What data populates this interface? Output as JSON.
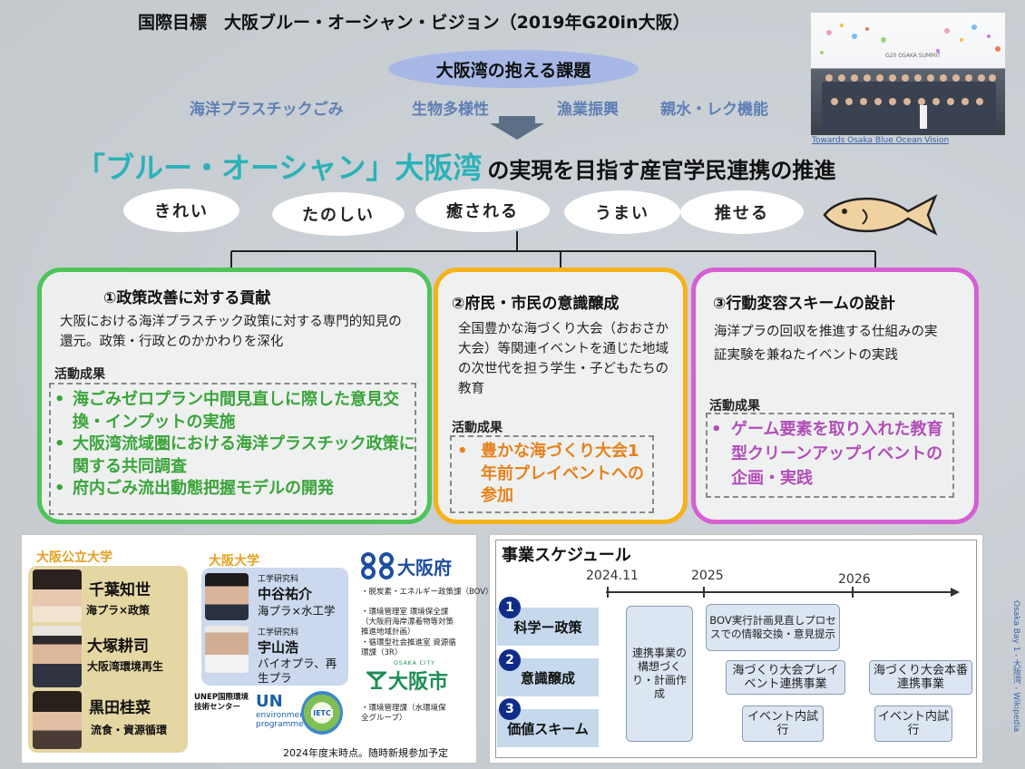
{
  "header": {
    "title": "国際目標　大阪ブルー・オーシャン・ビジョン（2019年G20in大阪）",
    "issues_title": "大阪湾の抱える課題",
    "issues": [
      "海洋プラスチックごみ",
      "生物多様性",
      "漁業振興",
      "親水・レク機能"
    ],
    "photo_caption": "Towards Osaka Blue Ocean Vision",
    "photo_banner": "G20 OSAKA SUMMIT"
  },
  "slogan": {
    "highlight": "「ブルー・オーシャン」大阪湾",
    "rest": "の実現を目指す産官学民連携の推進"
  },
  "keywords": [
    "きれい",
    "たのしい",
    "癒される",
    "うまい",
    "推せる"
  ],
  "panels": [
    {
      "title": "①政策改善に対する貢献",
      "desc": "大阪における海洋プラスチック政策に対する専門的知見の還元。政策・行政とのかかわりを深化",
      "label": "活動成果",
      "achievements": [
        "海ごみゼロプラン中間見直しに際した意見交換・インプットの実施",
        "大阪湾流域圏における海洋プラスチック政策に関する共同調査",
        "府内ごみ流出動態把握モデルの開発"
      ]
    },
    {
      "title": "②府民・市民の意識醸成",
      "desc": "全国豊かな海づくり大会（おおさか大会）等関連イベントを通じた地域の次世代を担う学生・子どもたちの教育",
      "label": "活動成果",
      "achievements": [
        "豊かな海づくり大会1年前プレイベントへの参加"
      ]
    },
    {
      "title": "③行動変容スキームの設計",
      "desc": "海洋プラの回収を推進する仕組みの実証実験を兼ねたイベントの実践",
      "label": "活動成果",
      "achievements": [
        "ゲーム要素を取り入れた教育型クリーンアップイベントの企画・実践"
      ]
    }
  ],
  "partners": {
    "opu": {
      "title": "大阪公立大学",
      "members": [
        {
          "name": "千葉知世",
          "role": "海プラ×政策"
        },
        {
          "name": "大塚耕司",
          "role": "大阪湾環境再生"
        },
        {
          "name": "黒田桂菜",
          "role": "流食・資源循環"
        }
      ]
    },
    "ou": {
      "title": "大阪大学",
      "members": [
        {
          "dept": "工学研究科",
          "name": "中谷祐介",
          "role": "海プラ×水工学"
        },
        {
          "dept": "工学研究科",
          "name": "宇山浩",
          "role": "バイオプラ、再生プラ"
        }
      ]
    },
    "pref": {
      "name": "大阪府",
      "items": [
        "・脱炭素・エネルギー政策課（BOV）",
        "・環境管理室 環境保全課（大阪府海岸漂着物等対策推進地域計画）",
        "・循環型社会推進室 資源循環課（3R）"
      ]
    },
    "city": {
      "small": "OSAKA CITY",
      "name": "大阪市",
      "items": [
        "・環境管理課（水環境保全グループ）"
      ]
    },
    "unep_center": "UNEP国際環境技術センター",
    "un_env": [
      "UN",
      "environment",
      "programme"
    ],
    "ietc": "IETC",
    "note": "2024年度末時点。随時新規参加予定"
  },
  "schedule": {
    "title": "事業スケジュール",
    "timeline": [
      "2024.11",
      "2025",
      "2026"
    ],
    "rows": [
      {
        "num": "1",
        "label": "科学ー政策"
      },
      {
        "num": "2",
        "label": "意識醸成"
      },
      {
        "num": "3",
        "label": "価値スキーム"
      }
    ],
    "boxes": {
      "concept": "連携事業の構想づくり・計画作成",
      "bov": "BOV実行計画見直しプロセスでの情報交換・意見提示",
      "pre_event": "海づくり大会プレイベント連携事業",
      "main_event": "海づくり大会本番連携事業",
      "trial1": "イベント内試行",
      "trial2": "イベント内試行"
    }
  },
  "credit": "Osaka Bay 1 - 大阪湾 - Wikipedia"
}
